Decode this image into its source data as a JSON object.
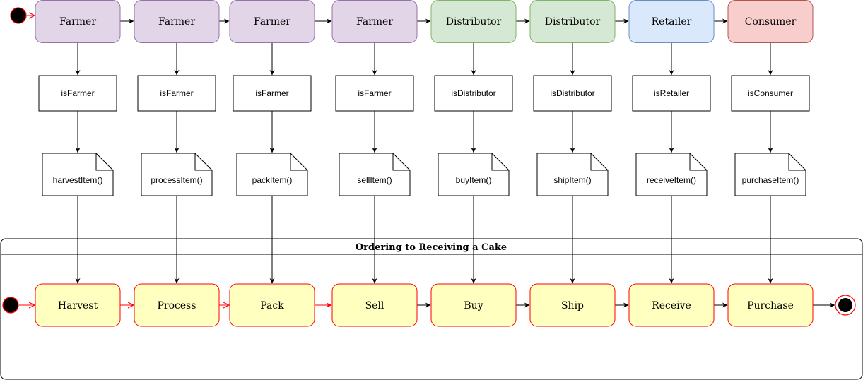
{
  "top_row": [
    {
      "label": "Farmer",
      "check": "isFarmer",
      "fn": "harvestItem()",
      "kind": "farmer"
    },
    {
      "label": "Farmer",
      "check": "isFarmer",
      "fn": "processItem()",
      "kind": "farmer"
    },
    {
      "label": "Farmer",
      "check": "isFarmer",
      "fn": "packItem()",
      "kind": "farmer"
    },
    {
      "label": "Farmer",
      "check": "isFarmer",
      "fn": "sellItem()",
      "kind": "farmer"
    },
    {
      "label": "Distributor",
      "check": "isDistributor",
      "fn": "buyItem()",
      "kind": "distributor"
    },
    {
      "label": "Distributor",
      "check": "isDistributor",
      "fn": "shipItem()",
      "kind": "distributor"
    },
    {
      "label": "Retailer",
      "check": "isRetailer",
      "fn": "receiveItem()",
      "kind": "retailer"
    },
    {
      "label": "Consumer",
      "check": "isConsumer",
      "fn": "purchaseItem()",
      "kind": "consumer"
    }
  ],
  "swimlane": {
    "title": "Ordering to Receiving a Cake",
    "states": [
      "Harvest",
      "Process",
      "Pack",
      "Sell",
      "Buy",
      "Ship",
      "Receive",
      "Purchase"
    ]
  },
  "colors": {
    "farmer": {
      "fill": "#e1d5e7",
      "stroke": "#9673a6"
    },
    "distributor": {
      "fill": "#d5e8d4",
      "stroke": "#82b366"
    },
    "retailer": {
      "fill": "#dae8fc",
      "stroke": "#6c8ebf"
    },
    "consumer": {
      "fill": "#f8cecc",
      "stroke": "#b85450"
    },
    "state_fill": "#ffffc0",
    "state_stroke": "#ff0000",
    "red_arrow": "#ff0000",
    "black": "#000000"
  }
}
